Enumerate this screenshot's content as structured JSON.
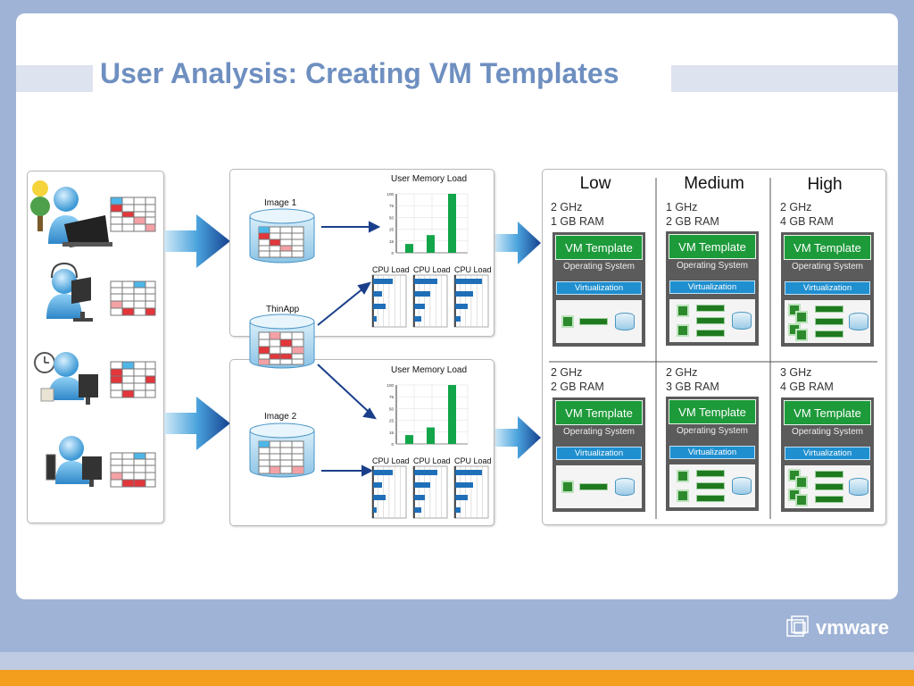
{
  "title": "User Analysis:  Creating VM Templates",
  "images": {
    "image1": "Image 1",
    "thinapp": "ThinApp",
    "image2": "Image 2"
  },
  "charts": {
    "memory_title": "User Memory Load",
    "cpu_title": "CPU Load",
    "memory_ticks": [
      "100",
      "75",
      "50",
      "25",
      "15",
      "0"
    ],
    "memory1_values": [
      15,
      30,
      100
    ],
    "memory2_values": [
      15,
      28,
      100
    ]
  },
  "tiers": {
    "low": "Low",
    "medium": "Medium",
    "high": "High"
  },
  "specs": {
    "low_top": [
      "2 GHz",
      "1 GB RAM"
    ],
    "medium_top": [
      "1 GHz",
      "2 GB RAM"
    ],
    "high_top": [
      "2 GHz",
      "4 GB RAM"
    ],
    "low_bottom": [
      "2 GHz",
      "2 GB RAM"
    ],
    "medium_bottom": [
      "2 GHz",
      "3 GB RAM"
    ],
    "high_bottom": [
      "3 GHz",
      "4 GB RAM"
    ]
  },
  "vm_template": {
    "label": "VM Template",
    "os": "Operating System",
    "virtualization": "Virtualization"
  },
  "logo": "vmware",
  "colors": {
    "title": "#6e8fc0",
    "green": "#1d9a3a",
    "virtualization_blue": "#1f8fcf",
    "arrow": "#1b5fa8",
    "footer_orange": "#f49e1e"
  }
}
